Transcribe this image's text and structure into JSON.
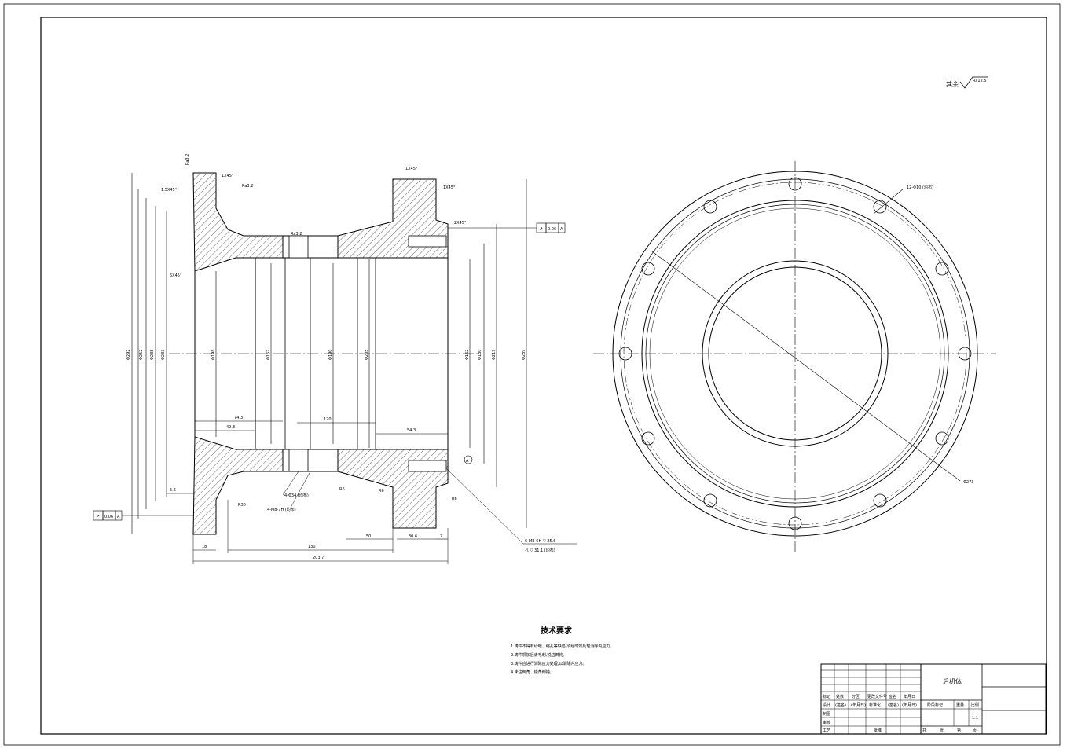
{
  "drawing_title": "后机体",
  "surface_note": {
    "label": "其余",
    "roughness": "Ra12.5"
  },
  "roughness_marks": [
    "Ra3.2",
    "Ra3.2",
    "Ra3.2"
  ],
  "chamfers": [
    "1X45°",
    "1.5X45°",
    "5X45°",
    "1X45°",
    "1X45°",
    "2X45°"
  ],
  "tolerance_frames": [
    {
      "symbol": "↗",
      "value": "0.06",
      "datum": "A"
    },
    {
      "symbol": "↗",
      "value": "0.06",
      "datum": "A"
    }
  ],
  "datum_label": "A",
  "section_diameters": [
    "Φ292",
    "Φ252",
    "Φ238",
    "Φ233",
    "Φ198",
    "Φ162",
    "Φ190",
    "Φ205",
    "Φ162",
    "Φ180",
    "Φ219",
    "Φ289"
  ],
  "lengths": [
    "74.3",
    "49.3",
    "120",
    "54.3",
    "5.6",
    "18",
    "130",
    "50",
    "30.6",
    "7",
    "203.7"
  ],
  "callouts": {
    "holes_bottom": "4-Φ34 (均布)",
    "holes_bottom2": "4-M8-7H (均布)",
    "bolt_holes": "6-M8-6H ▽ 25.6",
    "bolt_holes2": "孔 ▽ 31.1 (均布)",
    "flange_holes": "12-Φ10 (均布)",
    "diameter": "Φ273",
    "r30": "R30",
    "r6_1": "R6",
    "r6_2": "R6",
    "r6_3": "R6"
  },
  "tech_requirements": {
    "title": "技术要求",
    "items": [
      "1.铸件不得有砂眼、缩孔等缺陷,须经时效处理消除内应力。",
      "2.铸件机加后去毛刺,锐边倒钝。",
      "3.铸件应进行消除应力处理,以消除内应力。",
      "4.未注倒角、锐角倒钝。"
    ]
  },
  "title_block": {
    "part_name": "后机体",
    "header_row": [
      "标记",
      "处数",
      "分区",
      "更改文件号",
      "签名",
      "年月日"
    ],
    "design_row": [
      "设计",
      "(签名)",
      "(年月日)",
      "标准化",
      "(签名)",
      "(年月日)"
    ],
    "stage_label": "阶段标记",
    "weight_label": "重量",
    "scale_label": "比例",
    "scale_value": "1:1",
    "check_label": "审核",
    "process_label": "工艺",
    "approve_label": "批准",
    "draw_label": "制图",
    "sheet_total": "共",
    "sheet_label": "张",
    "page_label": "第",
    "page_unit": "页"
  }
}
